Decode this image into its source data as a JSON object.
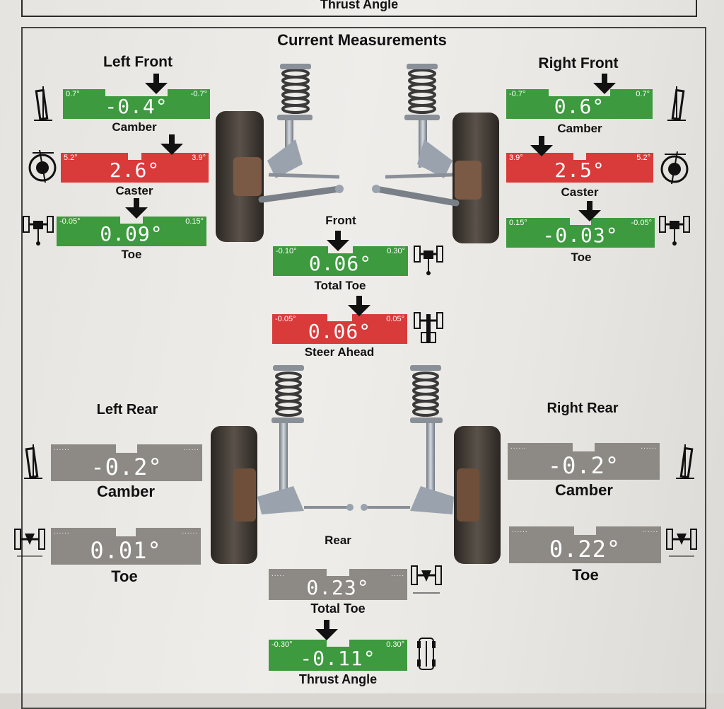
{
  "previous_section": {
    "title": "Thrust Angle"
  },
  "title": "Current Measurements",
  "left_front": {
    "heading": "Left Front",
    "camber": {
      "label": "Camber",
      "value": "-0.4°",
      "min": "0.7°",
      "max": "-0.7°",
      "status": "green"
    },
    "caster": {
      "label": "Caster",
      "value": "2.6°",
      "min": "5.2°",
      "max": "3.9°",
      "status": "red"
    },
    "toe": {
      "label": "Toe",
      "value": "0.09°",
      "min": "-0.05°",
      "max": "0.15°",
      "status": "green"
    }
  },
  "right_front": {
    "heading": "Right Front",
    "camber": {
      "label": "Camber",
      "value": "0.6°",
      "min": "-0.7°",
      "max": "0.7°",
      "status": "green"
    },
    "caster": {
      "label": "Caster",
      "value": "2.5°",
      "min": "3.9°",
      "max": "5.2°",
      "status": "red"
    },
    "toe": {
      "label": "Toe",
      "value": "-0.03°",
      "min": "0.15°",
      "max": "-0.05°",
      "status": "green"
    }
  },
  "front": {
    "heading": "Front",
    "total_toe": {
      "label": "Total Toe",
      "value": "0.06°",
      "min": "-0.10°",
      "max": "0.30°",
      "status": "green"
    },
    "steer_ahead": {
      "label": "Steer Ahead",
      "value": "0.06°",
      "min": "-0.05°",
      "max": "0.05°",
      "status": "red"
    }
  },
  "left_rear": {
    "heading": "Left Rear",
    "camber": {
      "label": "Camber",
      "value": "-0.2°",
      "status": "gray"
    },
    "toe": {
      "label": "Toe",
      "value": "0.01°",
      "status": "gray"
    }
  },
  "right_rear": {
    "heading": "Right Rear",
    "camber": {
      "label": "Camber",
      "value": "-0.2°",
      "status": "gray"
    },
    "toe": {
      "label": "Toe",
      "value": "0.22°",
      "status": "gray"
    }
  },
  "rear": {
    "heading": "Rear",
    "total_toe": {
      "label": "Total Toe",
      "value": "0.23°",
      "status": "gray"
    },
    "thrust_angle": {
      "label": "Thrust Angle",
      "value": "-0.11°",
      "min": "-0.30°",
      "max": "0.30°",
      "status": "green"
    }
  },
  "icons": [
    "camber-icon",
    "caster-icon",
    "toe-icon",
    "total-toe-icon",
    "steer-ahead-icon",
    "thrust-angle-icon",
    "front-suspension-illustration",
    "rear-suspension-illustration"
  ]
}
